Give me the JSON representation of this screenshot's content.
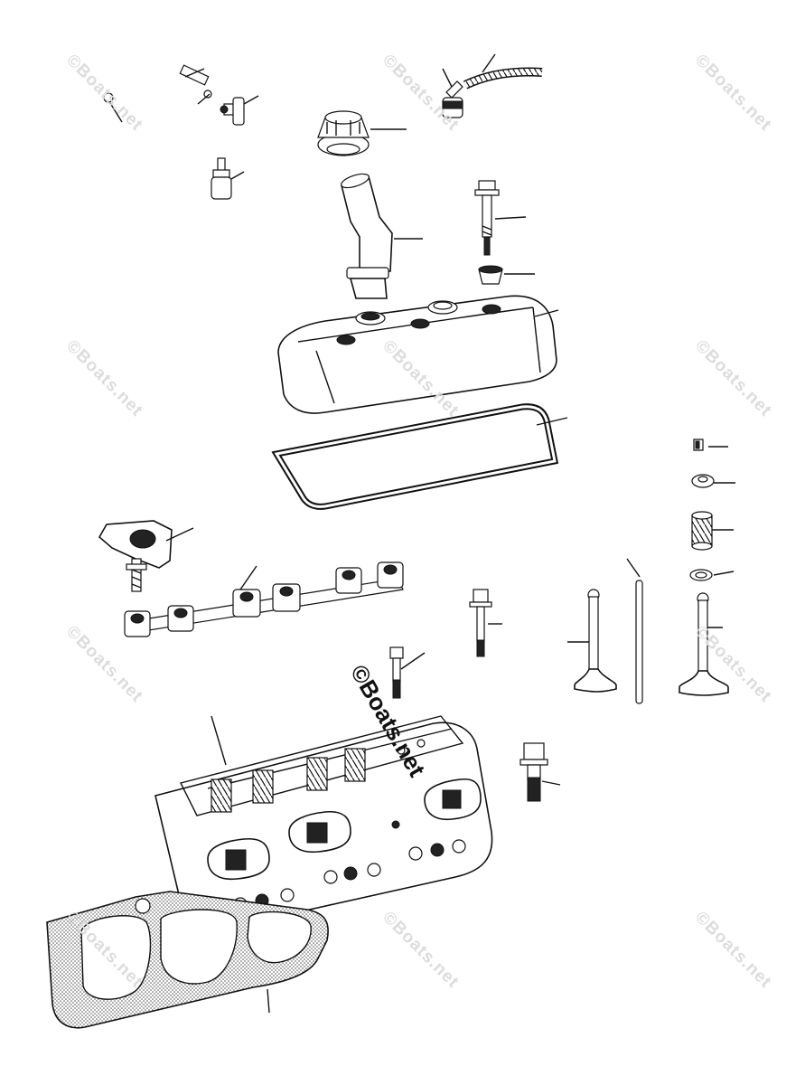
{
  "watermark": {
    "text": "©Boats.net",
    "color": "#dcdcdc",
    "center_color": "#111111"
  },
  "parts": [
    {
      "id": "pcv-hose",
      "icon": "curved-hose"
    },
    {
      "id": "pcv-valve-elbow",
      "icon": "elbow-fitting"
    },
    {
      "id": "pcv-valve",
      "icon": "valve-fitting"
    },
    {
      "id": "breather-hose",
      "icon": "corrugated-hose"
    },
    {
      "id": "breather-fitting",
      "icon": "grommet-fitting"
    },
    {
      "id": "oil-fill-cap",
      "icon": "cap"
    },
    {
      "id": "oil-fill-tube",
      "icon": "tube"
    },
    {
      "id": "cover-bolt",
      "icon": "bolt"
    },
    {
      "id": "cover-grommet",
      "icon": "grommet"
    },
    {
      "id": "valve-cover",
      "icon": "cover"
    },
    {
      "id": "valve-cover-gasket",
      "icon": "gasket"
    },
    {
      "id": "rocker-arm",
      "icon": "rocker-arm"
    },
    {
      "id": "rocker-rail",
      "icon": "rocker-rail"
    },
    {
      "id": "valve-keeper",
      "icon": "keeper"
    },
    {
      "id": "valve-retainer",
      "icon": "retainer"
    },
    {
      "id": "valve-spring",
      "icon": "spring"
    },
    {
      "id": "spring-seat",
      "icon": "washer"
    },
    {
      "id": "pushrod",
      "icon": "rod"
    },
    {
      "id": "head-bolt-short",
      "icon": "bolt"
    },
    {
      "id": "head-bolt-long",
      "icon": "bolt"
    },
    {
      "id": "intake-valve",
      "icon": "valve"
    },
    {
      "id": "exhaust-valve",
      "icon": "valve"
    },
    {
      "id": "cylinder-head",
      "icon": "cylinder-head"
    },
    {
      "id": "head-bolt-large",
      "icon": "bolt"
    },
    {
      "id": "head-gasket",
      "icon": "gasket"
    }
  ]
}
